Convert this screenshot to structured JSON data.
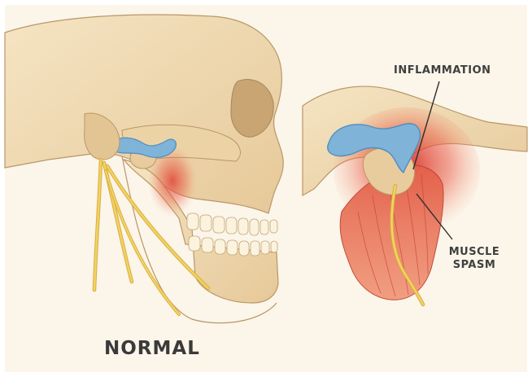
{
  "labels": {
    "normal": "NORMAL",
    "inflammation": "INFLAMMATION",
    "muscle_spasm_line1": "MUSCLE",
    "muscle_spasm_line2": "SPASM"
  },
  "colors": {
    "background": "#fbf5ea",
    "bone": "#efd9b2",
    "bone_shadow": "#d9bb8a",
    "bone_outline": "#b89766",
    "disc": "#7fb3d8",
    "disc_dark": "#4f8fc0",
    "nerve": "#f2d267",
    "nerve_dark": "#d8ae3a",
    "inflammation": "#e0443a",
    "muscle": "#d9533f",
    "label_text": "#3f3f3f"
  }
}
